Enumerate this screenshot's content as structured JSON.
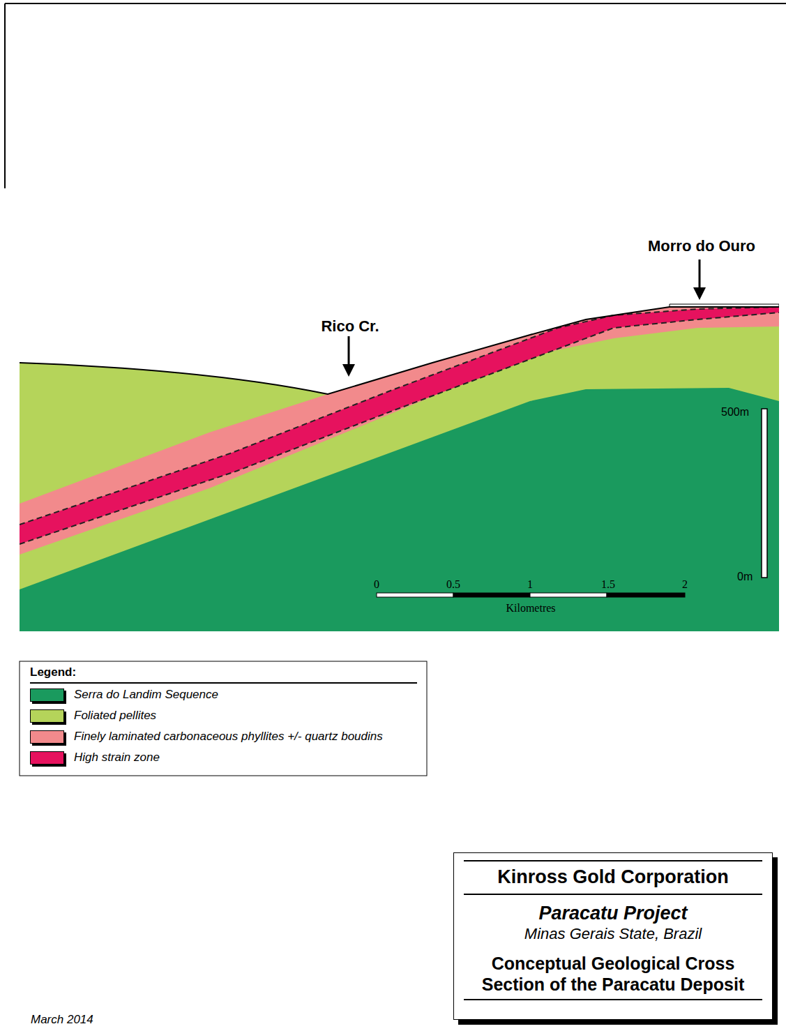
{
  "diagram": {
    "nodes": [
      {
        "text": [
          "Kinross Gold Corporation",
          "Paracatu Project",
          "Minas Gerais State, Brazil",
          "Conceptual Geological Cross Section of the Paracatu Deposit"
        ]
      }
    ],
    "edges": [],
    "labels": [
      "Morro do Ouro",
      "Rico Cr.",
      "500m",
      "0m",
      "0",
      "0.5",
      "1",
      "1.5",
      "2",
      "Kilometres",
      "Legend:",
      "March 2014"
    ],
    "legend": [
      {
        "text": "Serra do Landim Sequence",
        "color": "#1a9a5e"
      },
      {
        "text": "Foliated pellites",
        "color": "#b5d45a"
      },
      {
        "text": "Finely laminated carbonaceous phyllites +/- quartz boudins",
        "color": "#f28a8c"
      },
      {
        "text": "High strain zone",
        "color": "#e6125e"
      }
    ]
  }
}
